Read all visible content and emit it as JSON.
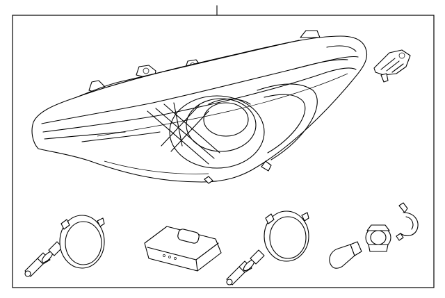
{
  "diagram": {
    "title": "",
    "parts": [
      {
        "name": "headlamp-assembly"
      },
      {
        "name": "mounting-bracket"
      },
      {
        "name": "halogen-bulb-left"
      },
      {
        "name": "dust-cap-left"
      },
      {
        "name": "ballast-module"
      },
      {
        "name": "halogen-bulb-center"
      },
      {
        "name": "dust-cap-right"
      },
      {
        "name": "wedge-bulb"
      },
      {
        "name": "bulb-socket"
      },
      {
        "name": "socket-clip"
      }
    ],
    "line_color": "#000000",
    "background_color": "#ffffff"
  }
}
